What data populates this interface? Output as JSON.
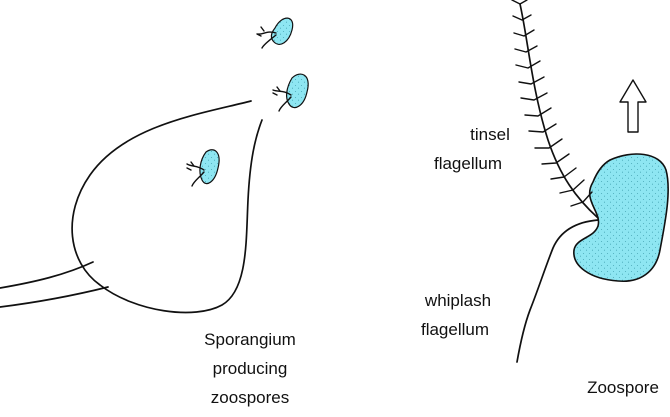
{
  "labels": {
    "sporangium": [
      "Sporangium",
      "producing",
      "zoospores"
    ],
    "tinsel": [
      "tinsel",
      "flagellum"
    ],
    "whiplash": [
      "whiplash",
      "flagellum"
    ],
    "zoospore": "Zoospore"
  },
  "colors": {
    "zoospore_fill": "#8ee6f2",
    "outline": "#111111"
  },
  "icons": {
    "arrow": "up-arrow-icon"
  }
}
